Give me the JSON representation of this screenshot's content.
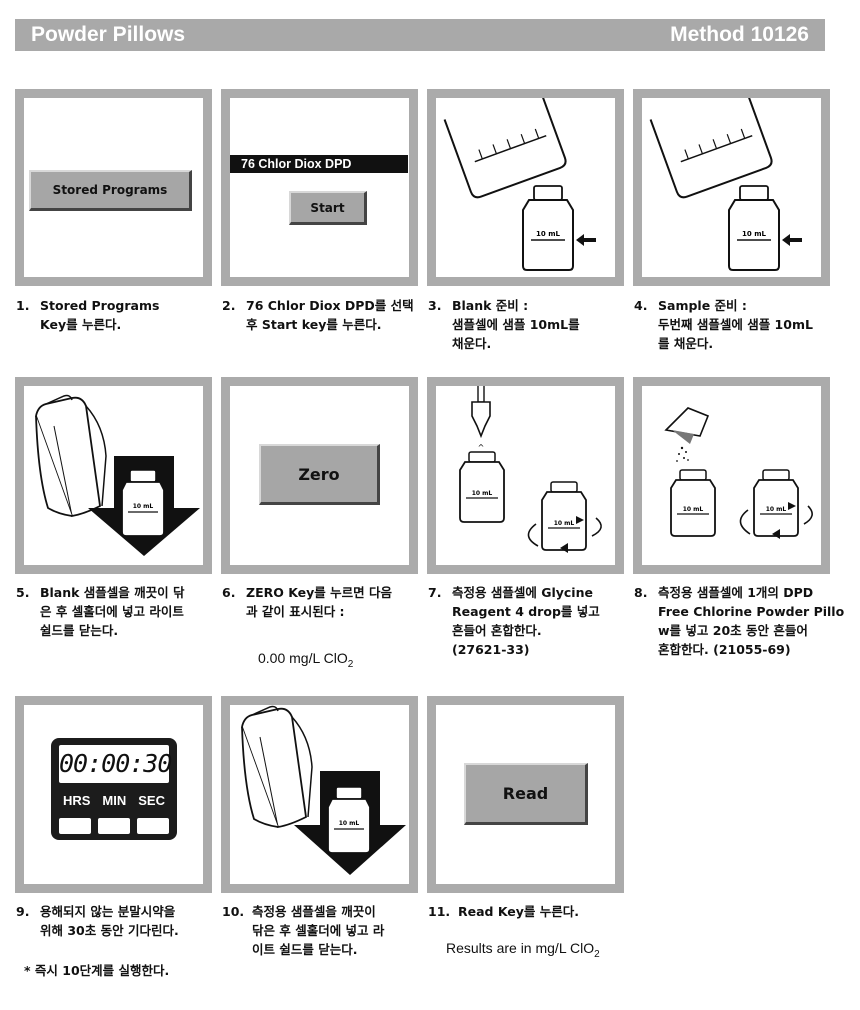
{
  "header": {
    "left": "Powder Pillows",
    "right": "Method 10126"
  },
  "panels": {
    "p1": {
      "button": "Stored Programs"
    },
    "p2": {
      "program": "76  Chlor Diox DPD",
      "button": "Start"
    },
    "p3": {
      "vial": "10 mL"
    },
    "p4": {
      "vial": "10 mL"
    },
    "p5": {
      "vial": "10 mL"
    },
    "p6": {
      "button": "Zero"
    },
    "p7": {
      "vial_a": "10 mL",
      "vial_b": "10 mL"
    },
    "p8": {
      "vial_a": "10 mL",
      "vial_b": "10 mL"
    },
    "p9": {
      "display": "00:00:30",
      "hrs": "HRS",
      "min": "MIN",
      "sec": "SEC"
    },
    "p10": {
      "vial": "10 mL"
    },
    "p11": {
      "button": "Read"
    }
  },
  "steps": [
    {
      "num": "1.",
      "text": "Stored Programs\nKey를 누른다."
    },
    {
      "num": "2.",
      "text": "76 Chlor Diox DPD를 선택\n후 Start key를 누른다."
    },
    {
      "num": "3.",
      "text": "Blank 준비 :\n샘플셀에 샘플 10mL를\n채운다."
    },
    {
      "num": "4.",
      "text": "Sample 준비 :\n두번째 샘플셀에 샘플 10mL\n를 채운다."
    },
    {
      "num": "5.",
      "text": "Blank 샘플셀을 깨끗이 닦\n은 후 셀홀더에 넣고 라이트\n쉴드를 닫는다."
    },
    {
      "num": "6.",
      "text": "ZERO Key를 누르면 다음\n과 같이 표시된다 :"
    },
    {
      "num": "7.",
      "text": "측정용 샘플셀에 Glycine\nReagent 4 drop를 넣고\n흔들어 혼합한다.\n(27621-33)"
    },
    {
      "num": "8.",
      "text": "측정용 샘플셀에 1개의 DPD\nFree Chlorine Powder Pillo\nw를 넣고 20초 동안 흔들어\n혼합한다. (21055-69)"
    },
    {
      "num": "9.",
      "text": "용해되지 않는 분말시약을\n위해 30초 동안 기다린다."
    },
    {
      "num": "10.",
      "text": "측정용 샘플셀을 깨끗이\n닦은 후 셀홀더에 넣고 라\n이트 쉴드를 닫는다."
    },
    {
      "num": "11.",
      "text": "Read Key를 누른다."
    }
  ],
  "notes": {
    "zero_result": "0.00 mg/L ClO",
    "zero_result_sub": "2",
    "step9_note": "* 즉시 10단계를 실행한다.",
    "read_result": "Results are in mg/L ClO",
    "read_result_sub": "2"
  }
}
